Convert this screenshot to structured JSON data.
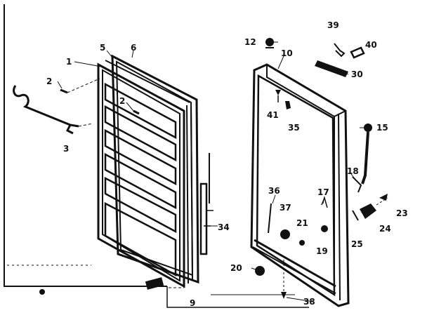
{
  "callouts": {
    "c1": "1",
    "c2a": "2",
    "c2b": "2",
    "c3": "3",
    "c5": "5",
    "c6": "6",
    "c9": "9",
    "c10": "10",
    "c12": "12",
    "c15": "15",
    "c17": "17",
    "c18": "18",
    "c19": "19",
    "c20": "20",
    "c21": "21",
    "c23": "23",
    "c24": "24",
    "c25": "25",
    "c30": "30",
    "c34": "34",
    "c35": "35",
    "c36": "36",
    "c37": "37",
    "c38": "38",
    "c39": "39",
    "c40": "40",
    "c41": "41"
  }
}
